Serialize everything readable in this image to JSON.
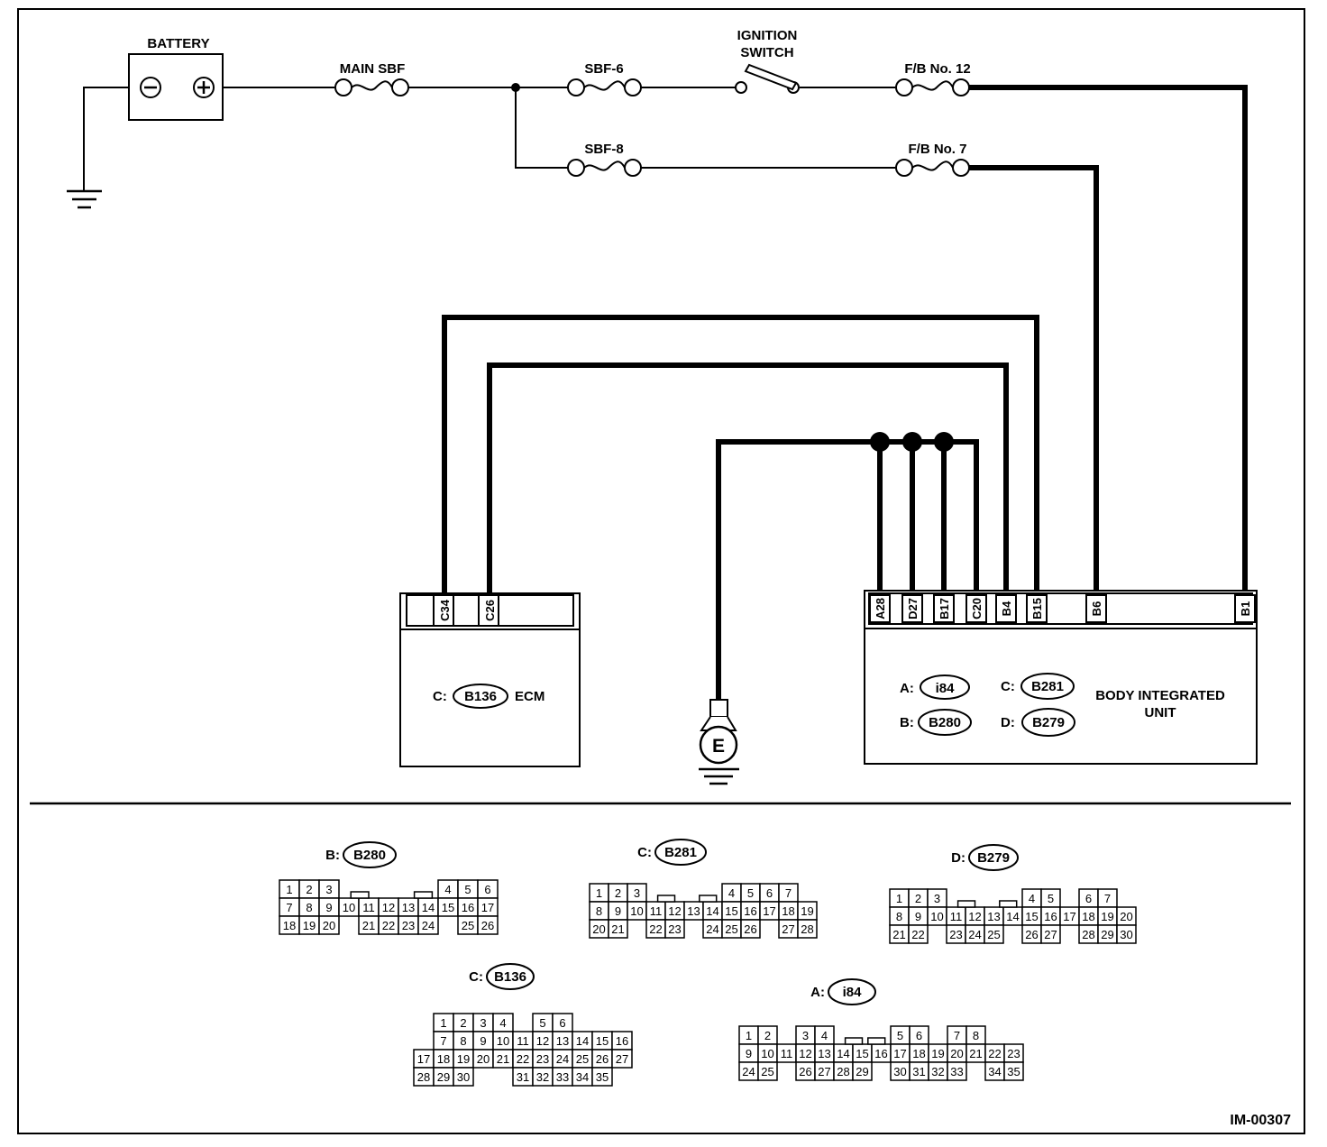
{
  "figure_id": "IM-00307",
  "battery": {
    "label": "BATTERY",
    "neg": "−",
    "pos": "+"
  },
  "fuses": {
    "main": "MAIN SBF",
    "sbf6": "SBF-6",
    "sbf8": "SBF-8",
    "fb12": "F/B No. 12",
    "fb7": "F/B No. 7"
  },
  "ignition": {
    "line1": "IGNITION",
    "line2": "SWITCH"
  },
  "ecm": {
    "name": "ECM",
    "prefix": "C:",
    "connector": "B136",
    "terminals": [
      "C34",
      "C26"
    ]
  },
  "ground": {
    "label": "E"
  },
  "biu": {
    "name_line1": "BODY INTEGRATED",
    "name_line2": "UNIT",
    "terminals": [
      "A28",
      "D27",
      "B17",
      "C20",
      "B4",
      "B15",
      "B6",
      "B1"
    ],
    "connectors": [
      {
        "prefix": "A:",
        "id": "i84"
      },
      {
        "prefix": "B:",
        "id": "B280"
      },
      {
        "prefix": "C:",
        "id": "B281"
      },
      {
        "prefix": "D:",
        "id": "B279"
      }
    ]
  },
  "connector_views": [
    {
      "prefix": "B:",
      "id": "B280",
      "rows": [
        [
          "1",
          "2",
          "3",
          "",
          "",
          "",
          "",
          "",
          "4",
          "5",
          "6"
        ],
        [
          "7",
          "8",
          "9",
          "10",
          "11",
          "12",
          "13",
          "14",
          "15",
          "16",
          "17"
        ],
        [
          "18",
          "19",
          "20",
          "",
          "21",
          "22",
          "23",
          "24",
          "",
          "25",
          "26"
        ]
      ]
    },
    {
      "prefix": "C:",
      "id": "B281",
      "rows": [
        [
          "1",
          "2",
          "3",
          "",
          "",
          "",
          "",
          "4",
          "5",
          "6",
          "7"
        ],
        [
          "8",
          "9",
          "10",
          "11",
          "12",
          "13",
          "14",
          "15",
          "16",
          "17",
          "18",
          "19"
        ],
        [
          "20",
          "21",
          "",
          "22",
          "23",
          "",
          "24",
          "25",
          "26",
          "",
          "27",
          "28"
        ]
      ]
    },
    {
      "prefix": "D:",
      "id": "B279",
      "rows": [
        [
          "1",
          "2",
          "3",
          "",
          "",
          "",
          "",
          "4",
          "5",
          "",
          "6",
          "7"
        ],
        [
          "8",
          "9",
          "10",
          "11",
          "12",
          "13",
          "14",
          "15",
          "16",
          "17",
          "18",
          "19",
          "20"
        ],
        [
          "21",
          "22",
          "",
          "23",
          "24",
          "25",
          "",
          "26",
          "27",
          "",
          "28",
          "29",
          "30"
        ]
      ]
    },
    {
      "prefix": "C:",
      "id": "B136",
      "rows": [
        [
          "",
          "1",
          "2",
          "3",
          "4",
          "",
          "5",
          "6"
        ],
        [
          "",
          "7",
          "8",
          "9",
          "10",
          "11",
          "12",
          "13",
          "14",
          "15",
          "16"
        ],
        [
          "17",
          "18",
          "19",
          "20",
          "21",
          "22",
          "23",
          "24",
          "25",
          "26",
          "27"
        ],
        [
          "28",
          "29",
          "30",
          "",
          "",
          "31",
          "32",
          "33",
          "34",
          "35"
        ]
      ]
    },
    {
      "prefix": "A:",
      "id": "i84",
      "rows": [
        [
          "1",
          "2",
          "",
          "3",
          "4",
          "",
          "",
          "",
          "5",
          "6",
          "",
          "7",
          "8"
        ],
        [
          "9",
          "10",
          "11",
          "12",
          "13",
          "14",
          "15",
          "16",
          "17",
          "18",
          "19",
          "20",
          "21",
          "22",
          "23"
        ],
        [
          "24",
          "25",
          "",
          "26",
          "27",
          "28",
          "29",
          "",
          "30",
          "31",
          "32",
          "33",
          "",
          "34",
          "35"
        ]
      ]
    }
  ]
}
